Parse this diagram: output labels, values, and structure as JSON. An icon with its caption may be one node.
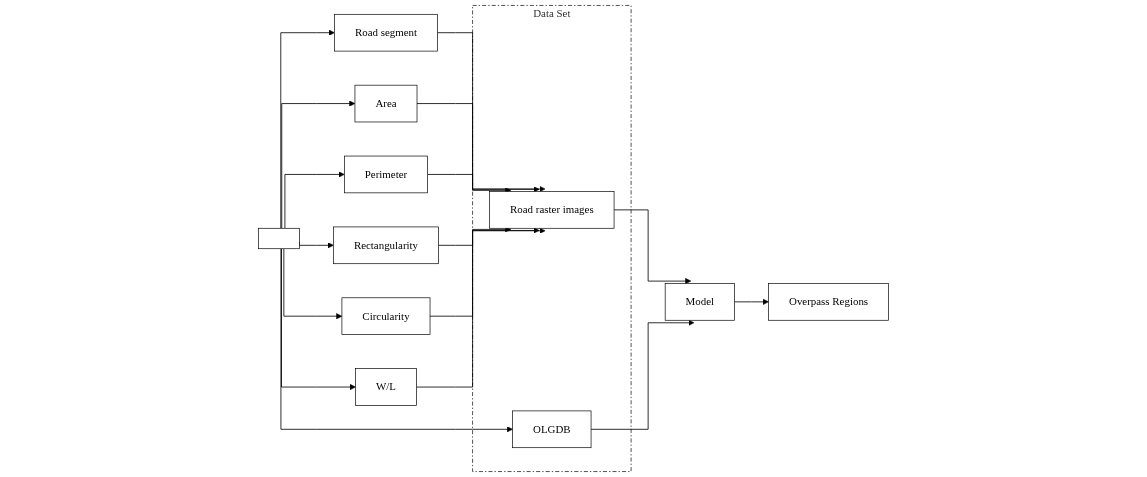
{
  "diagram": {
    "nodes": [
      {
        "text": [],
        "shape": "box"
      },
      {
        "text": [
          "Road segment"
        ]
      },
      {
        "text": [
          "Area"
        ]
      },
      {
        "text": [
          "Perimeter"
        ]
      },
      {
        "text": [
          "Rectangularity"
        ]
      },
      {
        "text": [
          "Circularity"
        ]
      },
      {
        "text": [
          "W/L"
        ]
      },
      {
        "text": [
          "Data Set"
        ]
      },
      {
        "text": [
          "Road raster images"
        ],
        "in": 7
      },
      {
        "text": [
          "OLGDB"
        ],
        "in": 7
      },
      {
        "text": [
          "Model"
        ]
      },
      {
        "text": [
          "Overpass Regions"
        ]
      }
    ],
    "edges": [
      {
        "from": 0,
        "to": 1,
        "arrow": "to"
      },
      {
        "from": 0,
        "to": 2,
        "arrow": "to"
      },
      {
        "from": 0,
        "to": 3,
        "arrow": "to"
      },
      {
        "from": 0,
        "to": 4,
        "arrow": "to"
      },
      {
        "from": 0,
        "to": 5,
        "arrow": "to"
      },
      {
        "from": 0,
        "to": 6,
        "arrow": "to"
      },
      {
        "from": 1,
        "to": 8,
        "arrow": "to"
      },
      {
        "from": 2,
        "to": 8,
        "arrow": "to"
      },
      {
        "from": 3,
        "to": 8,
        "arrow": "to"
      },
      {
        "from": 4,
        "to": 8,
        "arrow": "to"
      },
      {
        "from": 5,
        "to": 8,
        "arrow": "to"
      },
      {
        "from": 6,
        "to": 8,
        "arrow": "to"
      },
      {
        "from": 0,
        "to": 9,
        "arrow": "to"
      },
      {
        "from": 8,
        "to": 10,
        "arrow": "to"
      },
      {
        "from": 9,
        "to": 10,
        "arrow": "to"
      },
      {
        "from": 10,
        "to": 11,
        "arrow": "to"
      }
    ]
  }
}
